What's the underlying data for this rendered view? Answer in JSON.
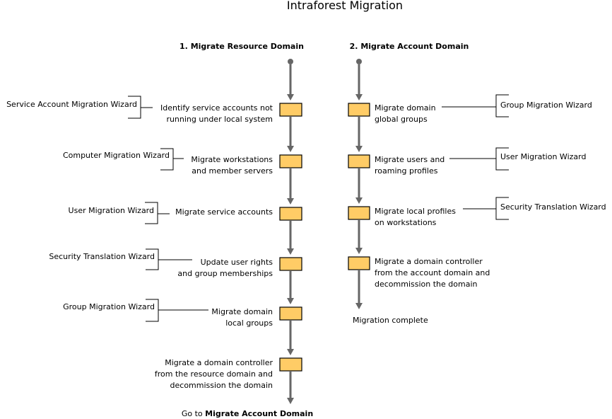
{
  "title": "Intraforest Migration",
  "colors": {
    "step_fill": "#FFCC66",
    "step_stroke": "#000000",
    "flow_line": "#666666",
    "bracket": "#000000",
    "text": "#000000"
  },
  "columns": [
    {
      "heading": "1. Migrate Resource Domain",
      "steps": [
        {
          "lines": [
            "Identify service accounts not",
            "running under local system"
          ],
          "tool": "Service Account Migration Wizard"
        },
        {
          "lines": [
            "Migrate workstations",
            "and member servers"
          ],
          "tool": "Computer Migration Wizard"
        },
        {
          "lines": [
            "Migrate service accounts"
          ],
          "tool": "User Migration Wizard"
        },
        {
          "lines": [
            "Update user rights",
            "and group memberships"
          ],
          "tool": "Security Translation Wizard"
        },
        {
          "lines": [
            "Migrate domain",
            "local groups"
          ],
          "tool": "Group Migration Wizard"
        },
        {
          "lines": [
            "Migrate a domain controller",
            "from the resource domain and",
            "decommission the domain"
          ],
          "tool": null
        }
      ],
      "end_label": {
        "prefix": "Go to ",
        "bold": "Migrate Account Domain"
      }
    },
    {
      "heading": "2. Migrate Account Domain",
      "steps": [
        {
          "lines": [
            "Migrate domain",
            "global groups"
          ],
          "tool": "Group Migration Wizard"
        },
        {
          "lines": [
            "Migrate users and",
            "roaming profiles"
          ],
          "tool": "User Migration Wizard"
        },
        {
          "lines": [
            "Migrate local profiles",
            "on workstations"
          ],
          "tool": "Security Translation Wizard"
        },
        {
          "lines": [
            "Migrate a domain controller",
            "from the account domain and",
            "decommission the domain"
          ],
          "tool": null
        }
      ],
      "end_label": {
        "prefix": "Migration complete",
        "bold": ""
      }
    }
  ]
}
